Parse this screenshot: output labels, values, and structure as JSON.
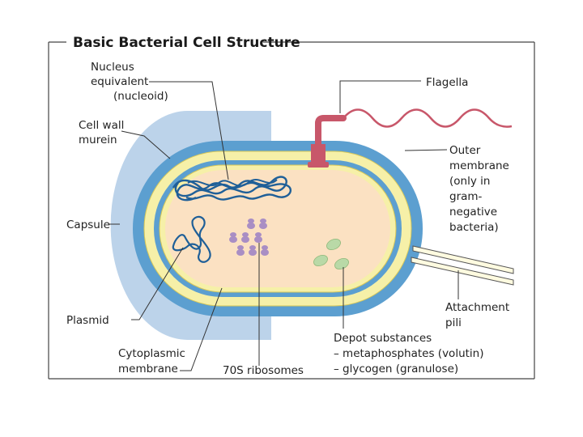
{
  "title": "Basic Bacterial Cell Structure",
  "labels": {
    "nucleus": [
      "Nucleus",
      "equivalent",
      "(nucleoid)"
    ],
    "cell_wall": [
      "Cell wall",
      "murein"
    ],
    "capsule": [
      "Capsule"
    ],
    "plasmid": [
      "Plasmid"
    ],
    "cytoplasmic_membrane": [
      "Cytoplasmic",
      "membrane"
    ],
    "ribosomes": [
      "70S ribosomes"
    ],
    "depot": [
      "Depot substances",
      "– metaphosphates (volutin)",
      "– glycogen (granulose)"
    ],
    "attachment_pili": [
      "Attachment",
      "pili"
    ],
    "outer_membrane": [
      "Outer",
      "membrane",
      "(only in",
      "gram-",
      "negative",
      "bacteria)"
    ],
    "flagella": [
      "Flagella"
    ]
  },
  "colors": {
    "capsule": "#bcd3ea",
    "cell_wall": "#5c9fd0",
    "outer_membrane": "#f6f0a8",
    "cytoplasm": "#fbe1c2",
    "dna": "#1f5f98",
    "flagellum": "#c8576a",
    "ribosome": "#a98ec4",
    "granule": "#b9d9a7"
  }
}
